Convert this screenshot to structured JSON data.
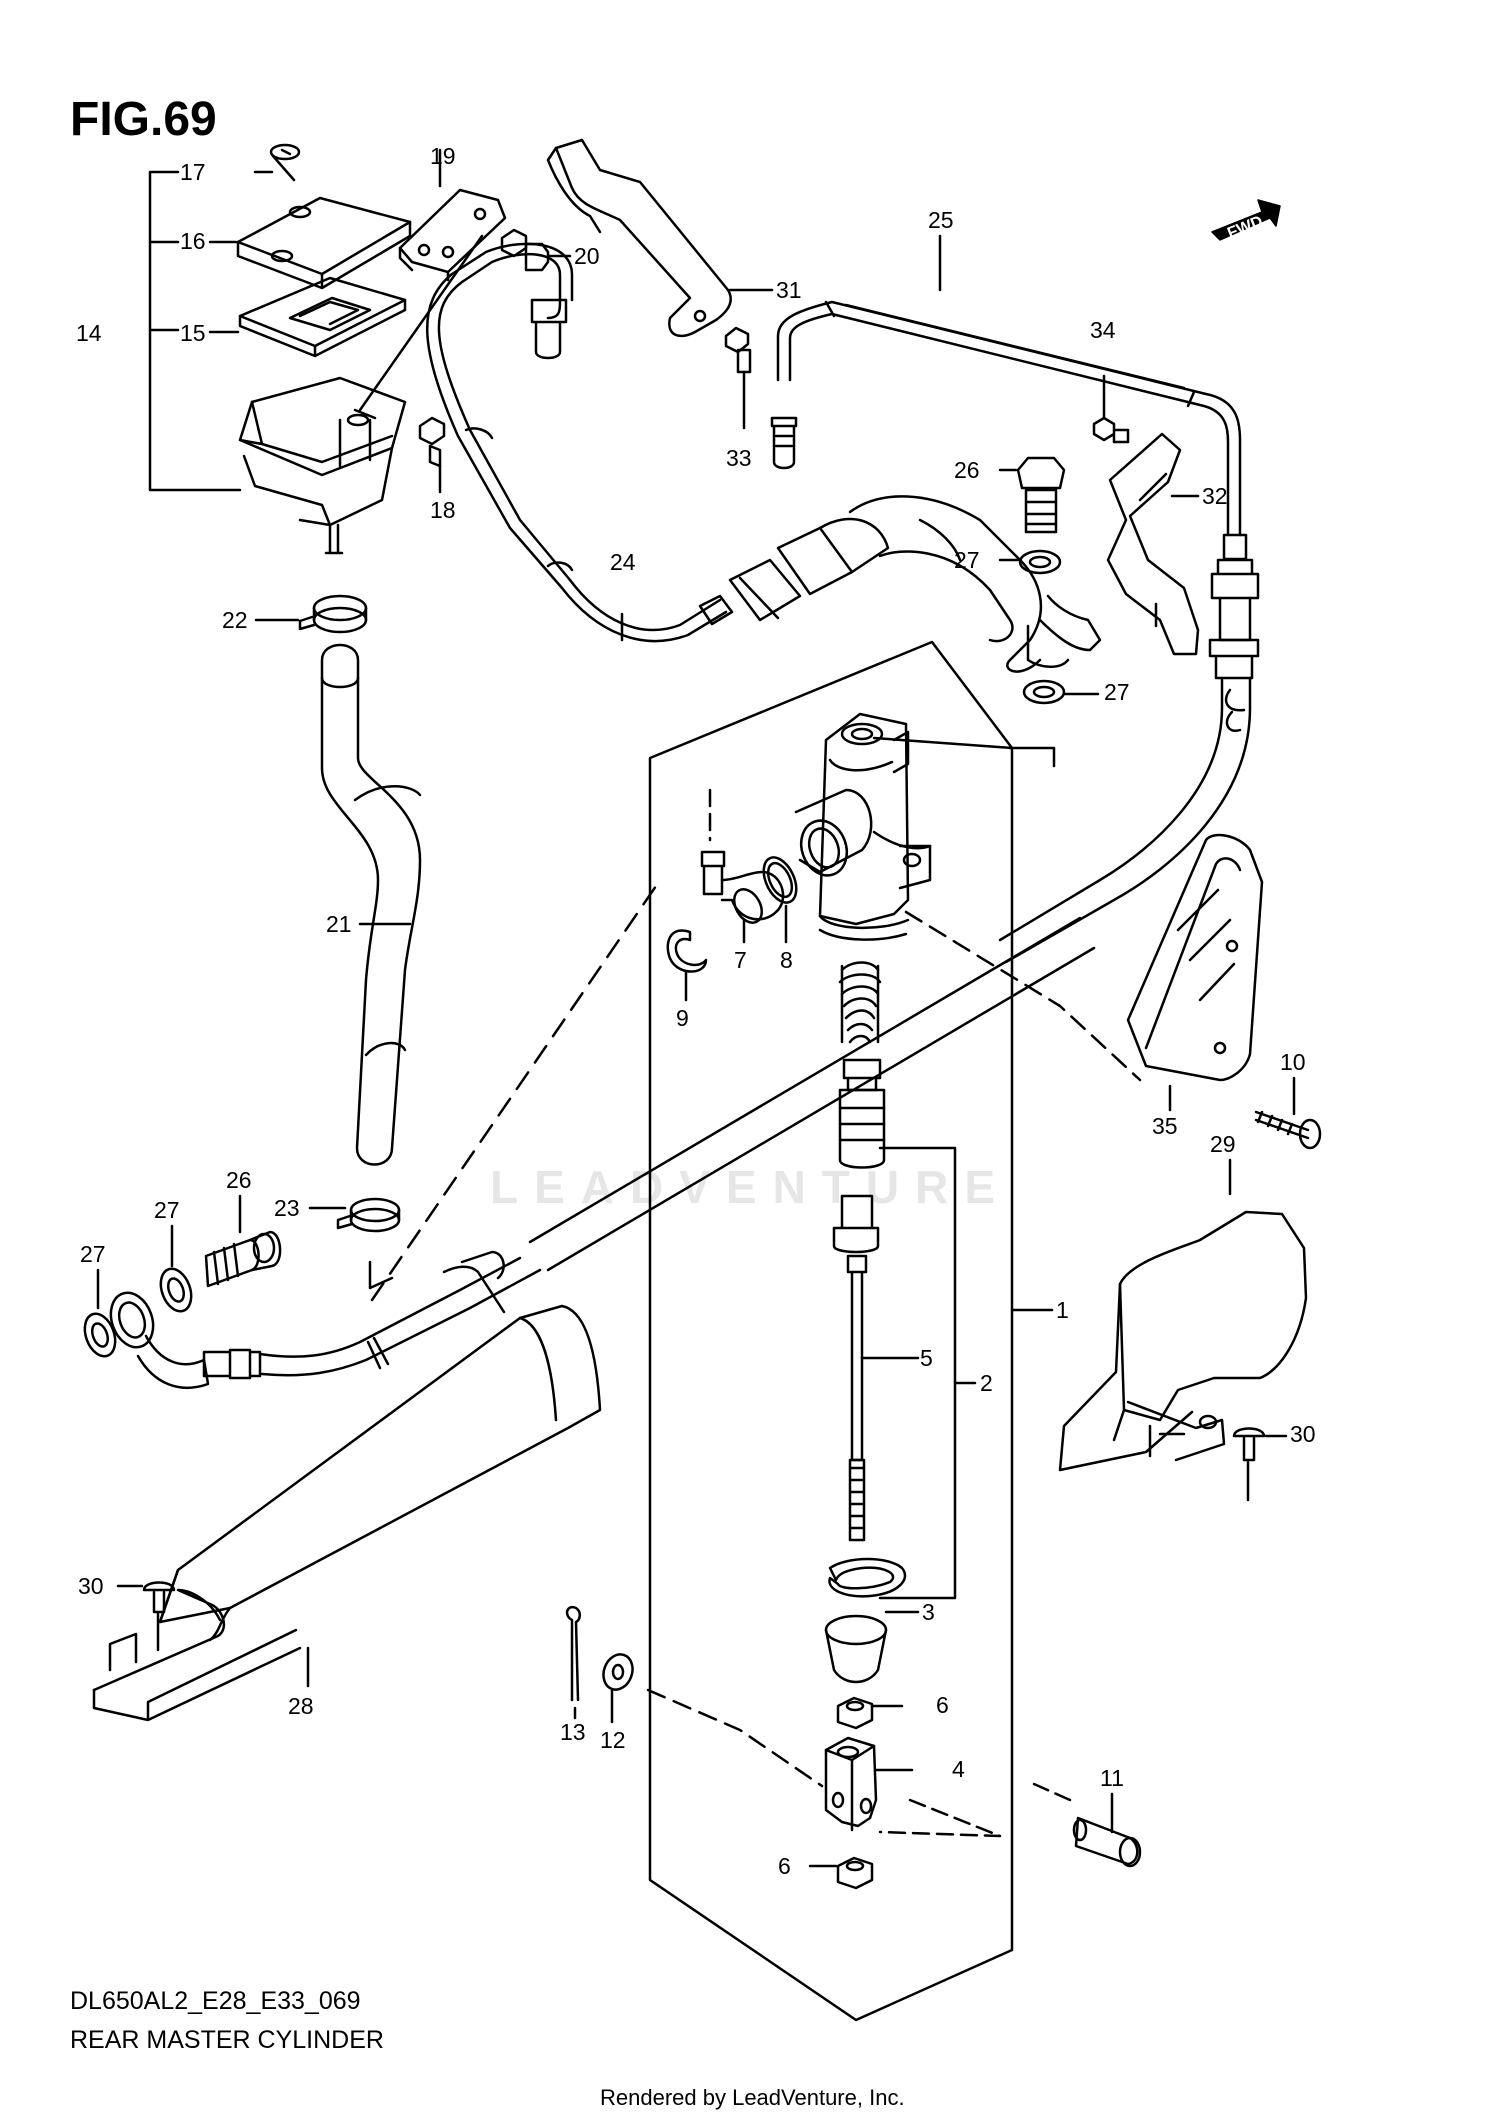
{
  "figure": {
    "title": "FIG.69",
    "model_code": "DL650AL2_E28_E33_069",
    "name": "REAR MASTER CYLINDER",
    "credit": "Rendered by LeadVenture, Inc.",
    "watermark": "LEADVENTURE",
    "direction_label": "FWD"
  },
  "callouts": [
    "1",
    "2",
    "3",
    "4",
    "5",
    "6",
    "6",
    "7",
    "8",
    "9",
    "10",
    "11",
    "12",
    "13",
    "14",
    "15",
    "16",
    "17",
    "18",
    "19",
    "20",
    "21",
    "22",
    "23",
    "24",
    "25",
    "26",
    "26",
    "27",
    "27",
    "27",
    "27",
    "28",
    "29",
    "30",
    "30",
    "31",
    "32",
    "33",
    "34",
    "35"
  ],
  "colors": {
    "line": "#000000",
    "background": "#ffffff",
    "watermark": "#e6e6e6"
  }
}
